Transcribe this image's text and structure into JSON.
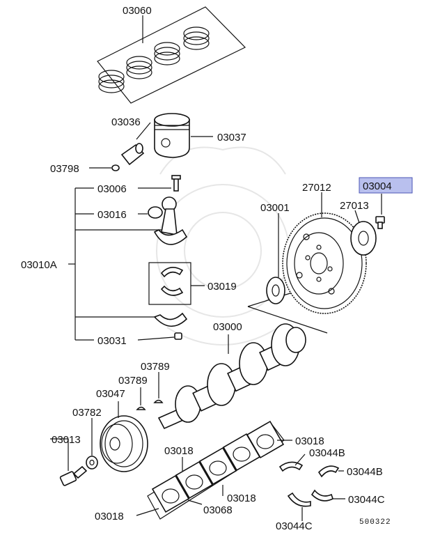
{
  "labels": {
    "l03060": "03060",
    "l03036": "03036",
    "l03037": "03037",
    "l03798": "03798",
    "l03006": "03006",
    "l03016": "03016",
    "l03010A": "03010A",
    "l03019": "03019",
    "l03031": "03031",
    "l03000": "03000",
    "l03001": "03001",
    "l27012": "27012",
    "l27013": "27013",
    "l03004": "03004",
    "l03789a": "03789",
    "l03789b": "03789",
    "l03047": "03047",
    "l03782": "03782",
    "l03013": "03013",
    "l03018a": "03018",
    "l03018b": "03018",
    "l03018c": "03018",
    "l03018d": "03018",
    "l03068": "03068",
    "l03044Ba": "03044B",
    "l03044Bb": "03044B",
    "l03044Ca": "03044C",
    "l03044Cb": "03044C"
  },
  "diagram_code": "500322",
  "colors": {
    "highlight_fill": "#b9c0ee",
    "highlight_border": "#4b55b5",
    "line": "#111111"
  }
}
